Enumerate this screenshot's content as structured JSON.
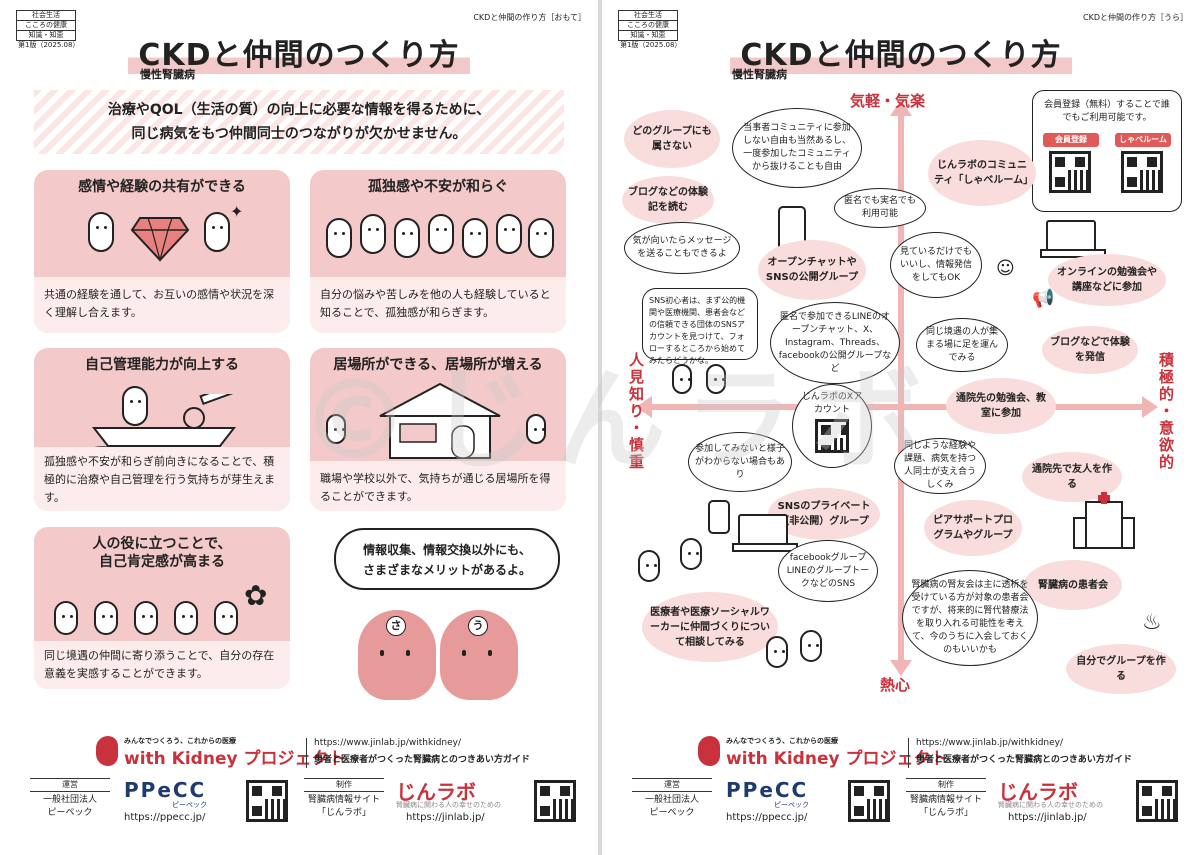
{
  "common": {
    "categories": [
      "社会生活",
      "こころの健康",
      "知識・知恵"
    ],
    "edition": "第1版（2025.08）",
    "title": "CKDと仲間のつくり方",
    "subtitle": "慢性腎臓病",
    "watermark": "©じんラボ"
  },
  "front": {
    "side_tag": "CKDと仲間の作り方［おもて］",
    "intro_line1": "治療やQOL（生活の質）の向上に必要な情報を得るために、",
    "intro_line2": "同じ病気をもつ仲間同士のつながりが欠かせません。",
    "cards": [
      {
        "title": "感情や経験の共有ができる",
        "body": "共通の経験を通して、お互いの感情や状況を深く理解し合えます。"
      },
      {
        "title": "孤独感や不安が和らぐ",
        "body": "自分の悩みや苦しみを他の人も経験していると知ることで、孤独感が和らぎます。"
      },
      {
        "title": "自己管理能力が向上する",
        "body": "孤独感や不安が和らぎ前向きになることで、積極的に治療や自己管理を行う気持ちが芽生えます。"
      },
      {
        "title": "居場所ができる、居場所が増える",
        "body": "職場や学校以外で、気持ちが通じる居場所を得ることができます。"
      },
      {
        "title_line1": "人の役に立つことで、",
        "title_line2": "自己肯定感が高まる",
        "body": "同じ境遇の仲間に寄り添うことで、自分の存在意義を実感することができます。"
      }
    ],
    "speech_line1": "情報収集、情報交換以外にも、",
    "speech_line2": "さまざまなメリットがあるよ。",
    "kidney_left_tag": "さ",
    "kidney_right_tag": "う"
  },
  "back": {
    "side_tag": "CKDと仲間の作り方［うら］",
    "axis_top": "気軽・気楽",
    "axis_bottom": "熱心",
    "axis_left": "人見知り・慎重",
    "axis_right": "積極的・意欲的",
    "member_text": "会員登録（無料）することで誰でもご利用可能です。",
    "member_btn1": "会員登録",
    "member_btn2": "しゃベルーム",
    "items": {
      "b1": "どのグループにも属さない",
      "b2": "当事者コミュニティに参加しない自由も当然あるし、一度参加したコミュニティから抜けることも自由",
      "b3": "じんラボのコミュニティ「しゃベルーム」",
      "b4": "ブログなどの体験記を読む",
      "b5": "匿名でも実名でも利用可能",
      "b6": "気が向いたらメッセージを送ることもできるよ",
      "b7": "オープンチャットやSNSの公開グループ",
      "b8": "見ているだけでもいいし、情報発信をしてもOK",
      "b9": "オンラインの勉強会や講座などに参加",
      "b10": "SNS初心者は、まず公的機関や医療機関、患者会などの信頼できる団体のSNSアカウントを見つけて、フォローするところから始めてみたらどうかな。",
      "b11": "匿名で参加できるLINEのオープンチャット、X、Instagram、Threads、facebookの公開グループなど",
      "b12": "同じ境遇の人が集まる場に足を運んでみる",
      "b13": "ブログなどで体験を発信",
      "b14": "通院先の勉強会、教室に参加",
      "b15": "じんラボのXアカウント",
      "b16": "参加してみないと様子がわからない場合もあり",
      "b17": "同じような経験や課題、病気を持つ人同士が支え合うしくみ",
      "b18": "通院先で友人を作る",
      "b19": "SNSのプライベート（非公開）グループ",
      "b20": "ピアサポートプログラムやグループ",
      "b21": "facebookグループLINEのグループトークなどのSNS",
      "b22": "腎臓病の患者会",
      "b23": "腎臓病の腎友会は主に透析を受けている方が対象の患者会ですが、将来的に腎代替療法を取り入れる可能性を考えて、今のうちに入会しておくのもいいかも",
      "b24": "医療者や医療ソーシャルワーカーに仲間づくりについて相談してみる",
      "b25": "自分でグループを作る"
    }
  },
  "footer": {
    "tagline": "みんなでつくろう、これからの医療",
    "brand": "with Kidney プロジェクト",
    "url": "https://www.jinlab.jp/withkidney/",
    "desc": "患者と医療者がつくった腎臓病とのつきあい方ガイド",
    "operator_label": "運営",
    "operator_name1": "一般社団法人",
    "operator_name2": "ピーペック",
    "ppecc_logo": "PPeCC",
    "ppecc_sub": "ピーペック",
    "ppecc_url": "https://ppecc.jp/",
    "producer_label": "制作",
    "producer_name1": "腎臓病情報サイト",
    "producer_name2": "「じんラボ」",
    "jin_logo": "じんラボ",
    "jin_sub": "腎臓病に関わる人の幸せのための",
    "jin_url": "https://jinlab.jp/"
  }
}
